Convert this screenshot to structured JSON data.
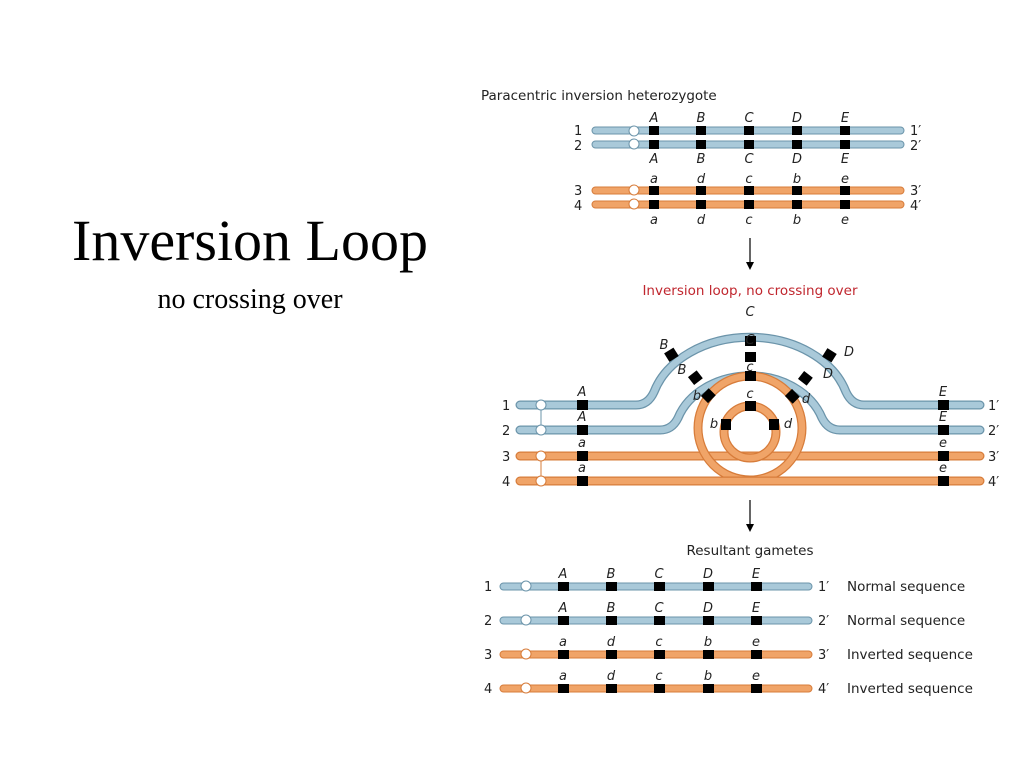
{
  "slide": {
    "title": "Inversion Loop",
    "subtitle": "no crossing over"
  },
  "diagram": {
    "top_title": "Paracentric inversion heterozygote",
    "loop_title": "Inversion loop, no crossing over",
    "gametes_title": "Resultant gametes",
    "normal_genes": [
      "A",
      "B",
      "C",
      "D",
      "E"
    ],
    "inverted_genes": [
      "a",
      "d",
      "c",
      "b",
      "e"
    ],
    "chromatid_left_labels": [
      "1",
      "2",
      "3",
      "4"
    ],
    "chromatid_right_labels": [
      "1′",
      "2′",
      "3′",
      "4′"
    ],
    "gametes": [
      {
        "left": "1",
        "right": "1′",
        "genes": [
          "A",
          "B",
          "C",
          "D",
          "E"
        ],
        "desc": "Normal sequence"
      },
      {
        "left": "2",
        "right": "2′",
        "genes": [
          "A",
          "B",
          "C",
          "D",
          "E"
        ],
        "desc": "Normal sequence"
      },
      {
        "left": "3",
        "right": "3′",
        "genes": [
          "a",
          "d",
          "c",
          "b",
          "e"
        ],
        "desc": "Inverted sequence"
      },
      {
        "left": "4",
        "right": "4′",
        "genes": [
          "a",
          "d",
          "c",
          "b",
          "e"
        ],
        "desc": "Inverted sequence"
      }
    ],
    "colors": {
      "normal_chromatid": "#a9c9d9",
      "normal_stroke": "#6b94aa",
      "inverted_chromatid": "#f0a468",
      "inverted_stroke": "#d77c3a",
      "band": "#000000",
      "loop_title": "#c0262e"
    }
  }
}
